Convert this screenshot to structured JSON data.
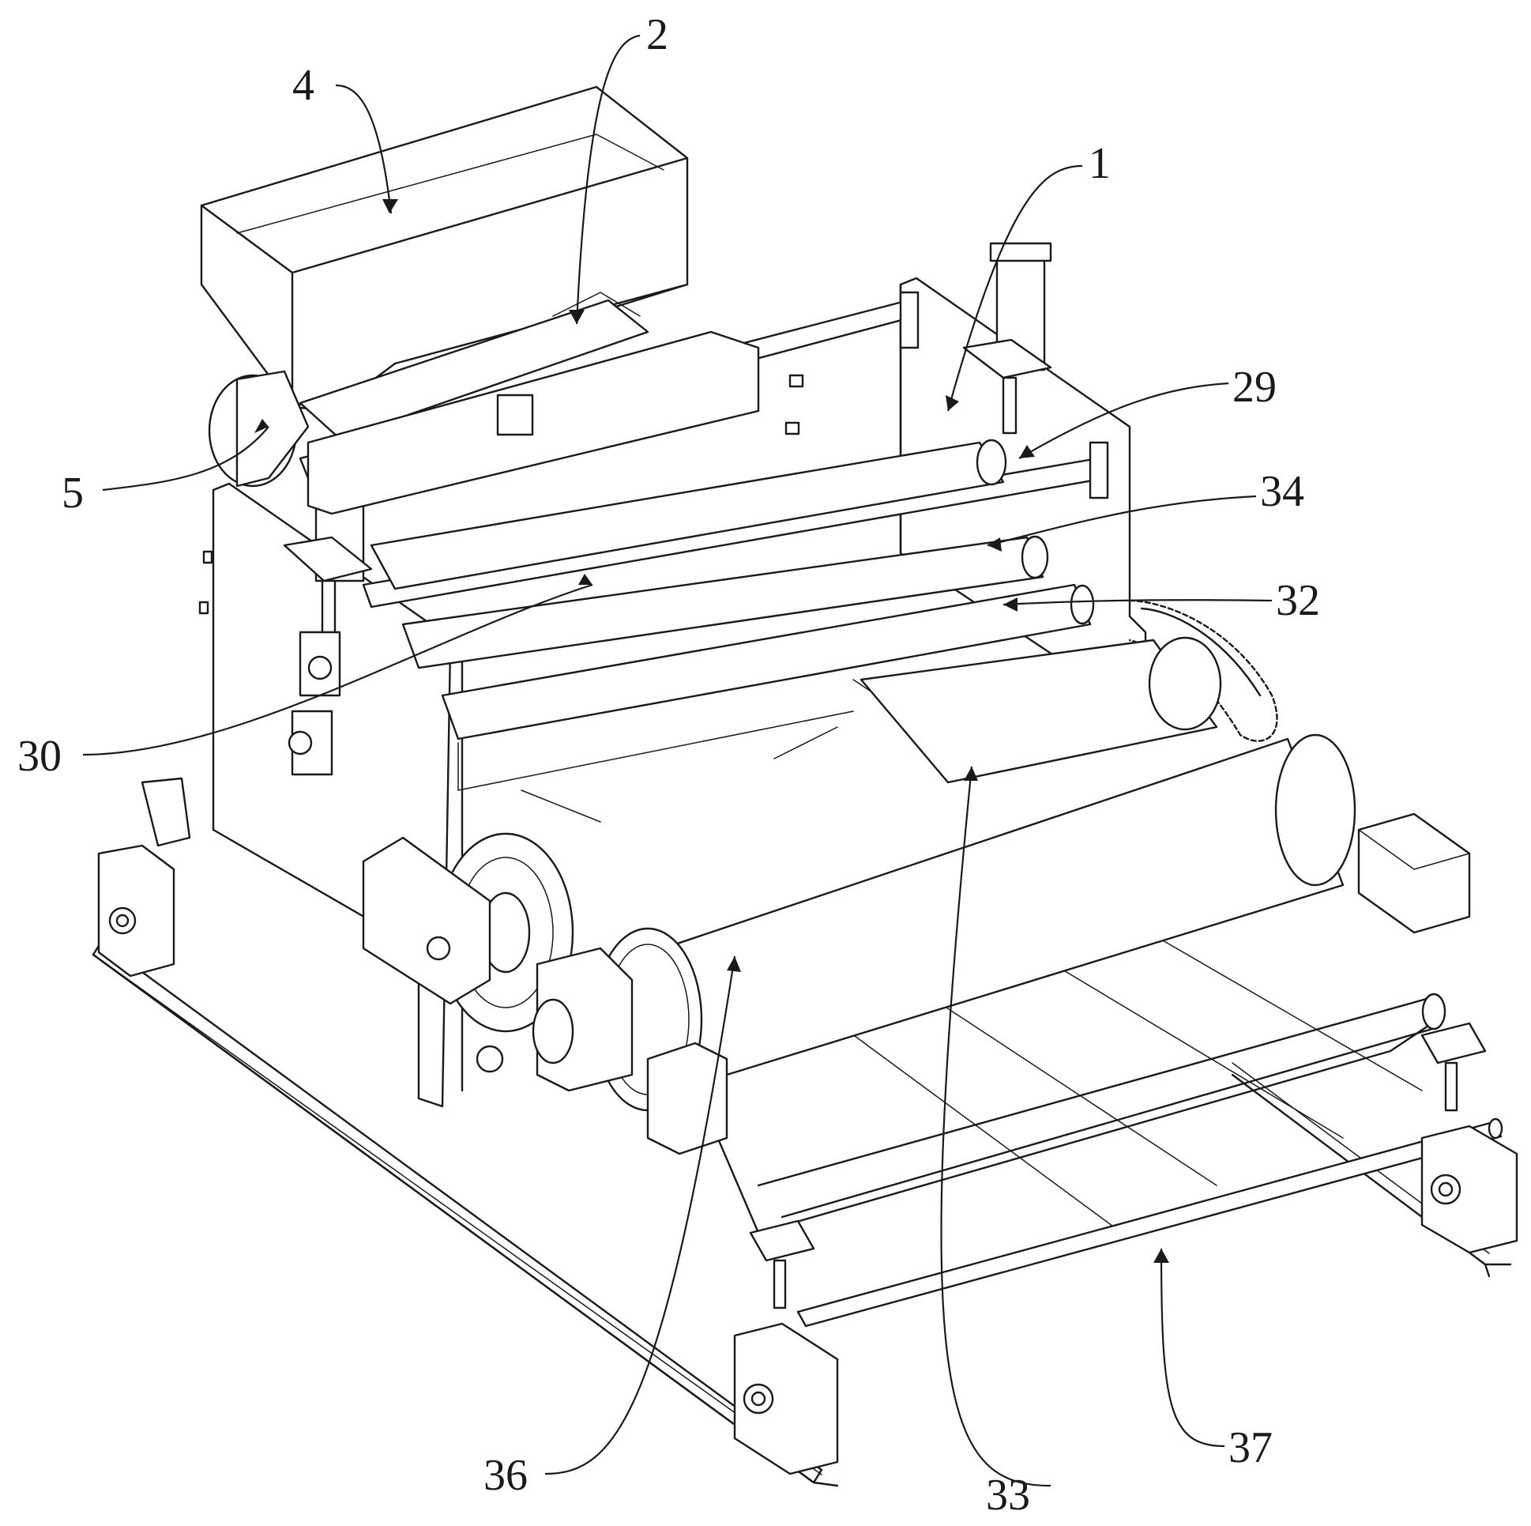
{
  "figure": {
    "callouts": [
      {
        "id": "4",
        "text": "4"
      },
      {
        "id": "2",
        "text": "2"
      },
      {
        "id": "1",
        "text": "1"
      },
      {
        "id": "29",
        "text": "29"
      },
      {
        "id": "5",
        "text": "5"
      },
      {
        "id": "34",
        "text": "34"
      },
      {
        "id": "32",
        "text": "32"
      },
      {
        "id": "30",
        "text": "30"
      },
      {
        "id": "36",
        "text": "36"
      },
      {
        "id": "33",
        "text": "33"
      },
      {
        "id": "37",
        "text": "37"
      }
    ]
  }
}
